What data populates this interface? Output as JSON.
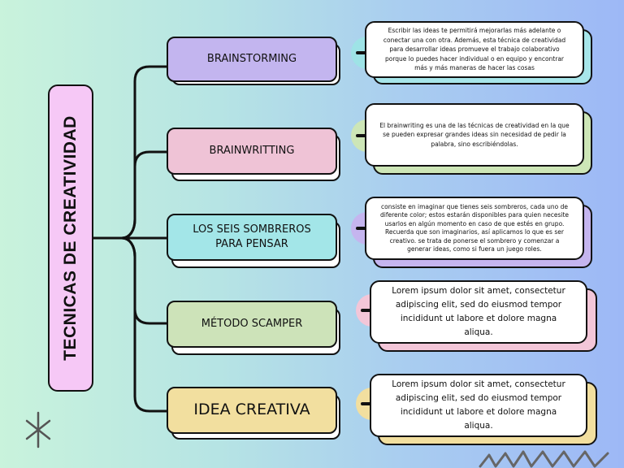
{
  "title": "TECNICAS DE CREATIVIDAD",
  "branches": [
    {
      "label": "BRAINSTORMING",
      "color": "#c3b5ef",
      "circle_color": "#9ee3e6",
      "card_back_color": "#a7e6ea",
      "description": "Escribir las ideas te permitirá mejorarlas más adelante o conectar una con otra. Además, esta técnica de creatividad para desarrollar ideas promueve el trabajo colaborativo porque lo puedes hacer individual o en equipo y encontrar más y más maneras de hacer las cosas"
    },
    {
      "label": "BRAINWRITTING",
      "color": "#efc3d6",
      "circle_color": "#cde6b7",
      "card_back_color": "#cde6b7",
      "description": "El brainwriting es una de las técnicas de creatividad en la que se pueden expresar grandes ideas sin necesidad de pedir la palabra, sino escribiéndolas."
    },
    {
      "label": "LOS SEIS SOMBREROS PARA PENSAR",
      "color": "#a3e6e8",
      "circle_color": "#c5b5ef",
      "card_back_color": "#c5b5ef",
      "description": "consiste en imaginar que tienes seis sombreros, cada uno de diferente color; estos estarán disponibles para quien necesite usarlos en algún momento en caso de que estés en grupo. Recuerda que son imaginarios, así aplicamos lo que es ser creativo. se trata de ponerse el sombrero y comenzar a generar ideas, como si fuera un juego roles."
    },
    {
      "label": "MÉTODO SCAMPER",
      "color": "#cde3b9",
      "circle_color": "#f3c6d8",
      "card_back_color": "#f3c6d8",
      "description": "Lorem ipsum dolor sit amet, consectetur adipiscing elit, sed do eiusmod tempor incididunt ut labore et dolore magna aliqua."
    },
    {
      "label": "IDEA CREATIVA",
      "color": "#f2df9f",
      "circle_color": "#f2df9f",
      "card_back_color": "#f2df9f",
      "description": "Lorem ipsum dolor sit amet, consectetur adipiscing elit, sed do eiusmod tempor incididunt ut labore et dolore magna aliqua."
    }
  ],
  "icons": [
    "arrow-right-icon",
    "asterisk-doodle-icon",
    "zigzag-doodle-icon"
  ]
}
